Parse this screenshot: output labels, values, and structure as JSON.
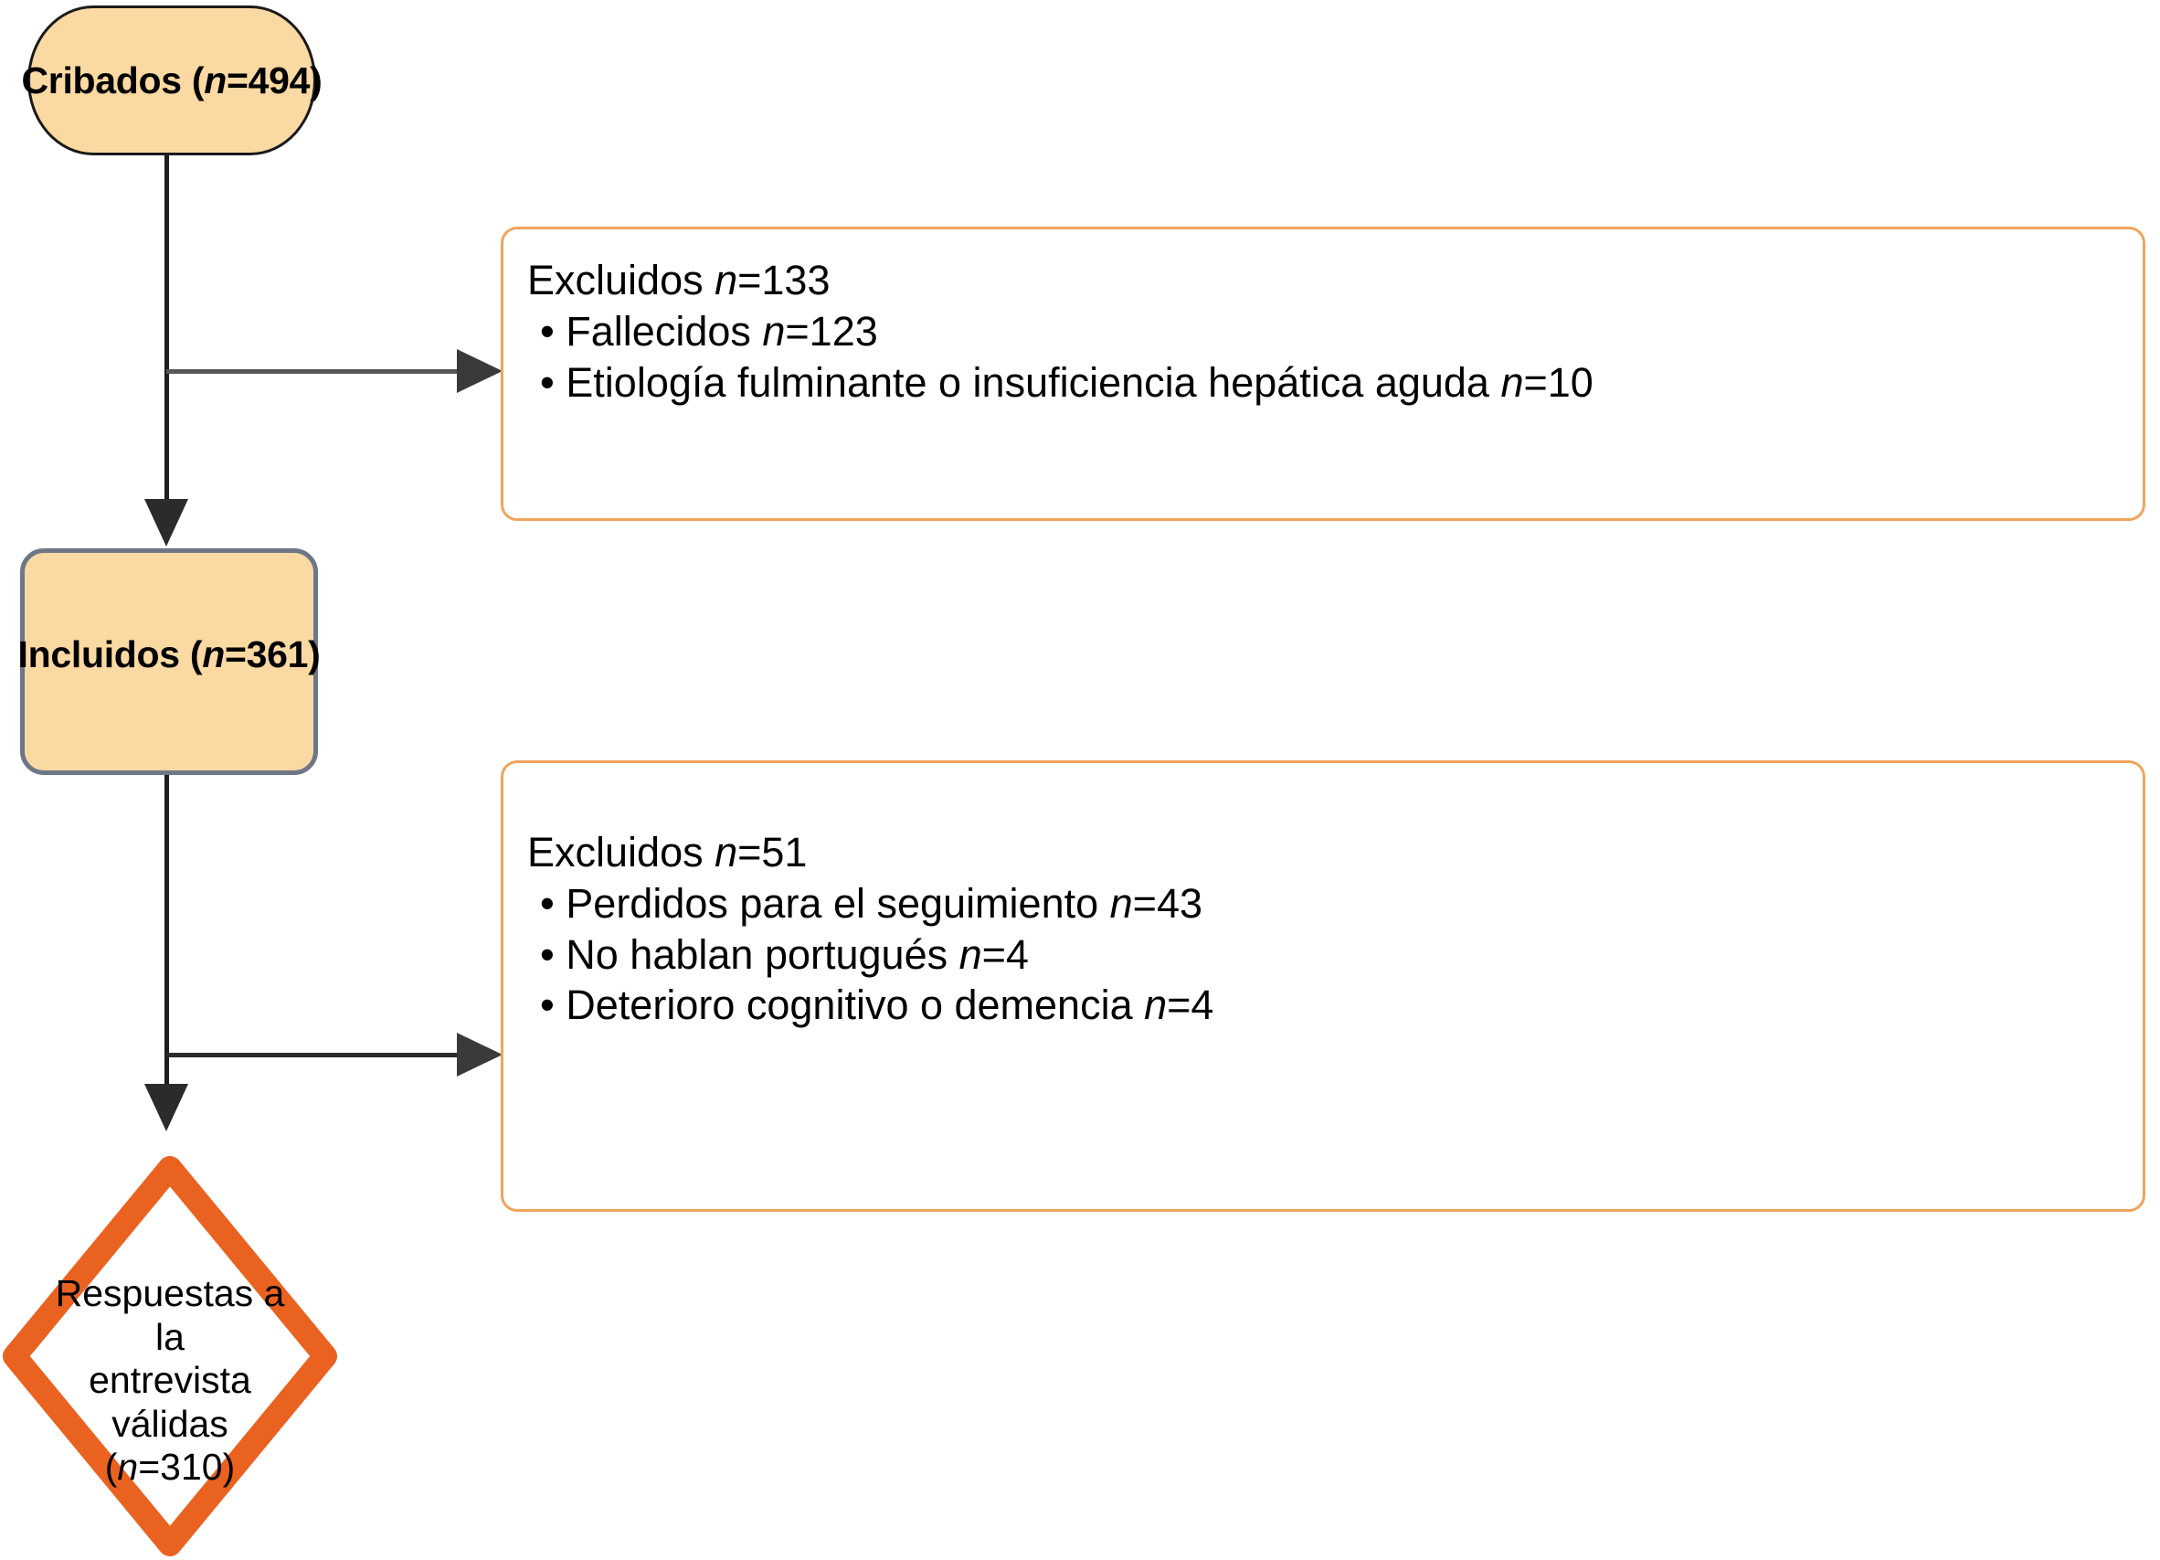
{
  "diagram": {
    "type": "prisma-flowchart",
    "language": "es",
    "colors": {
      "node_fill": "#FBD9A2",
      "node_border_dark": "#1A1A1A",
      "node_border_slate": "#6E7786",
      "excluded_box_border": "#F0A45C",
      "diamond_stroke": "#EA6220",
      "connector": "#2B2B2B",
      "background": "#FFFFFF"
    },
    "nodes": {
      "screened": {
        "label_prefix": "Cribados (",
        "n_symbol": "n",
        "label_suffix": "=494)",
        "count": 494,
        "shape": "stadium"
      },
      "included": {
        "label_prefix": "Incluidos (",
        "n_symbol": "n",
        "label_suffix": "=361)",
        "count": 361,
        "shape": "rounded-rectangle"
      },
      "valid_interviews": {
        "line1": "Respuestas a la",
        "line2": "entrevista válidas",
        "line3_prefix": "(",
        "n_symbol": "n",
        "line3_suffix": "=310)",
        "count": 310,
        "shape": "diamond"
      }
    },
    "exclusions": [
      {
        "heading_prefix": "Excluidos ",
        "heading_n": "n",
        "heading_suffix": "=133",
        "total": 133,
        "reasons": [
          {
            "bullet": "•",
            "text": "Fallecidos ",
            "n_symbol": "n",
            "value": "=123",
            "count": 123
          },
          {
            "bullet": "•",
            "text": "Etiología fulminante o insuficiencia hepática aguda ",
            "n_symbol": "n",
            "value": "=10",
            "count": 10
          }
        ]
      },
      {
        "heading_prefix": "Excluidos ",
        "heading_n": "n",
        "heading_suffix": "=51",
        "total": 51,
        "reasons": [
          {
            "bullet": "•",
            "text": "Perdidos para el seguimiento ",
            "n_symbol": "n",
            "value": "=43",
            "count": 43
          },
          {
            "bullet": "•",
            "text": "No hablan portugués ",
            "n_symbol": "n",
            "value": "=4",
            "count": 4
          },
          {
            "bullet": "•",
            "text": "Deterioro cognitivo o demencia ",
            "n_symbol": "n",
            "value": "=4",
            "count": 4
          }
        ]
      }
    ]
  }
}
